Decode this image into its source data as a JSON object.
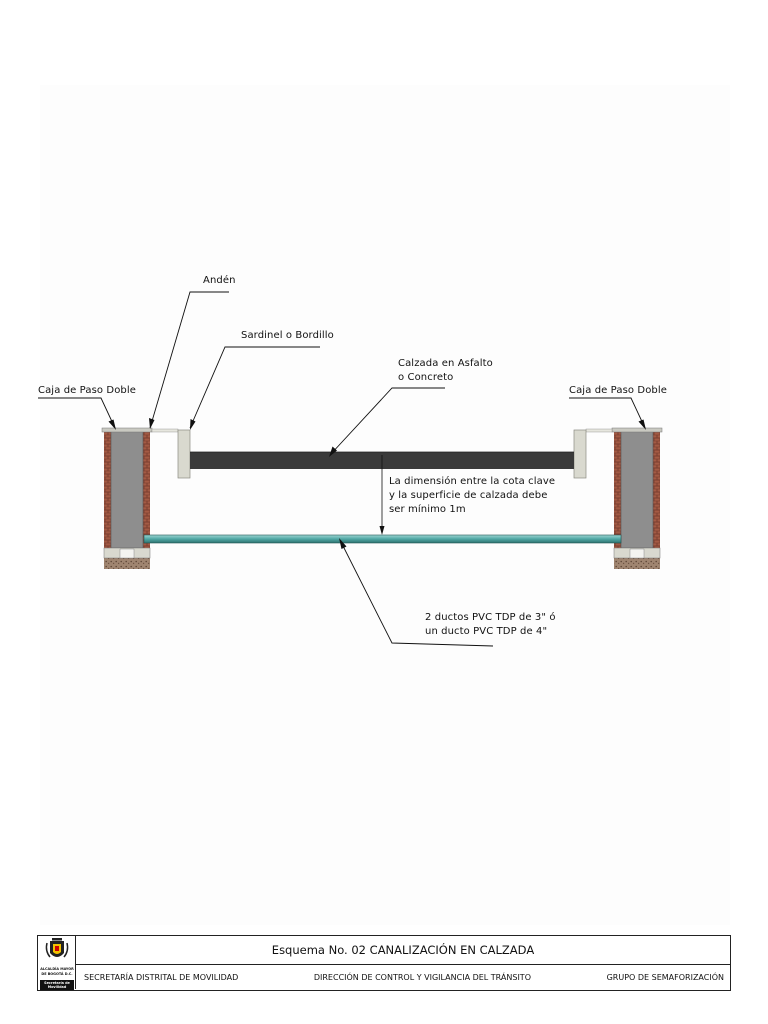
{
  "labels": {
    "anden": "Andén",
    "sardinel": "Sardinel o Bordillo",
    "calzada_line1": "Calzada en Asfalto",
    "calzada_line2": "o Concreto",
    "caja_left": "Caja de Paso Doble",
    "caja_right": "Caja de Paso Doble",
    "dimension_line1": "La dimensión entre la cota clave",
    "dimension_line2": "y la superficie de calzada debe",
    "dimension_line3": "ser mínimo 1m",
    "ductos_line1": "2 ductos PVC TDP de 3\" ó",
    "ductos_line2": "un ducto PVC TDP de 4\""
  },
  "footer": {
    "title": "Esquema No. 02 CANALIZACIÓN EN CALZADA",
    "left": "SECRETARÍA DISTRITAL DE MOVILIDAD",
    "center": "DIRECCIÓN DE CONTROL Y VIGILANCIA DEL TRÁNSITO",
    "right": "GRUPO DE SEMAFORIZACIÓN",
    "logo_line1": "ALCALDÍA MAYOR",
    "logo_line2": "DE BOGOTÁ D.C.",
    "logo_line3": "Secretaría de Movilidad"
  },
  "colors": {
    "asphalt": "#3a3a3a",
    "duct": "#4fa7a4",
    "box_fill": "#8e8e8e",
    "brick": "#8a4a3a",
    "curb": "#d9d9cf",
    "soil": "#8b6f5a"
  }
}
